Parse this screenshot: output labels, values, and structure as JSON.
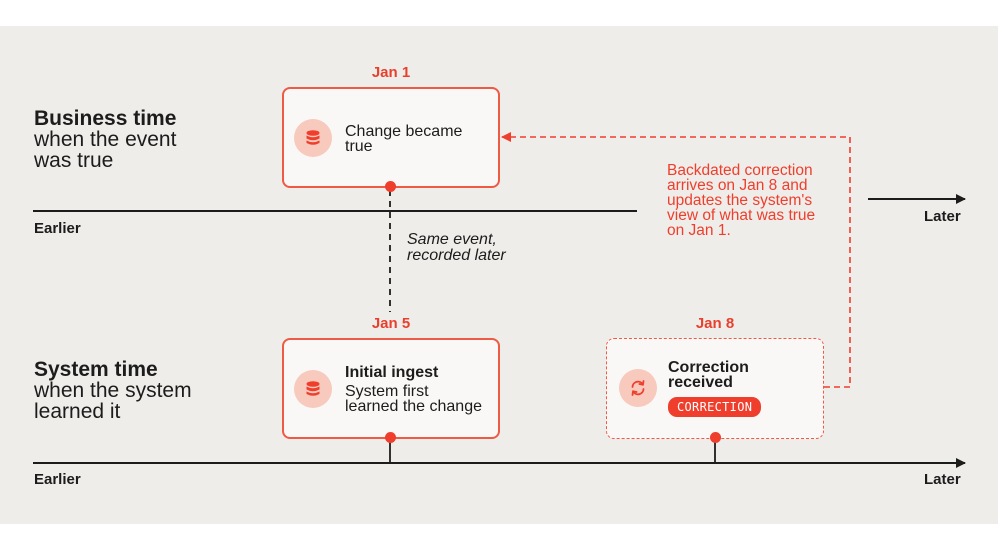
{
  "lanes": {
    "business": {
      "title": "Business time",
      "subtitle_line1": "when the event",
      "subtitle_line2": "was true"
    },
    "system": {
      "title": "System time",
      "subtitle_line1": "when the system",
      "subtitle_line2": "learned it"
    }
  },
  "axes": {
    "business": {
      "start": "Earlier",
      "end": "Later"
    },
    "system": {
      "start": "Earlier",
      "end": "Later"
    }
  },
  "events": {
    "business_event": {
      "date": "Jan 1",
      "line1": "Change became",
      "line2": "true",
      "icon": "database-icon"
    },
    "initial_ingest": {
      "date": "Jan 5",
      "title": "Initial ingest",
      "line1": "System first",
      "line2": "learned the change",
      "icon": "database-icon"
    },
    "correction": {
      "date": "Jan 8",
      "title_line1": "Correction",
      "title_line2": "received",
      "badge": "CORRECTION",
      "icon": "refresh-icon"
    }
  },
  "notes": {
    "same_event_line1": "Same event,",
    "same_event_line2": "recorded later",
    "backdated_lines": [
      "Backdated correction",
      "arrives on Jan 8 and",
      "updates the system's",
      "view of what was true",
      "on Jan 1."
    ]
  },
  "colors": {
    "accent": "#ef3e2c",
    "background": "#efedea",
    "text": "#1c1c1c"
  }
}
